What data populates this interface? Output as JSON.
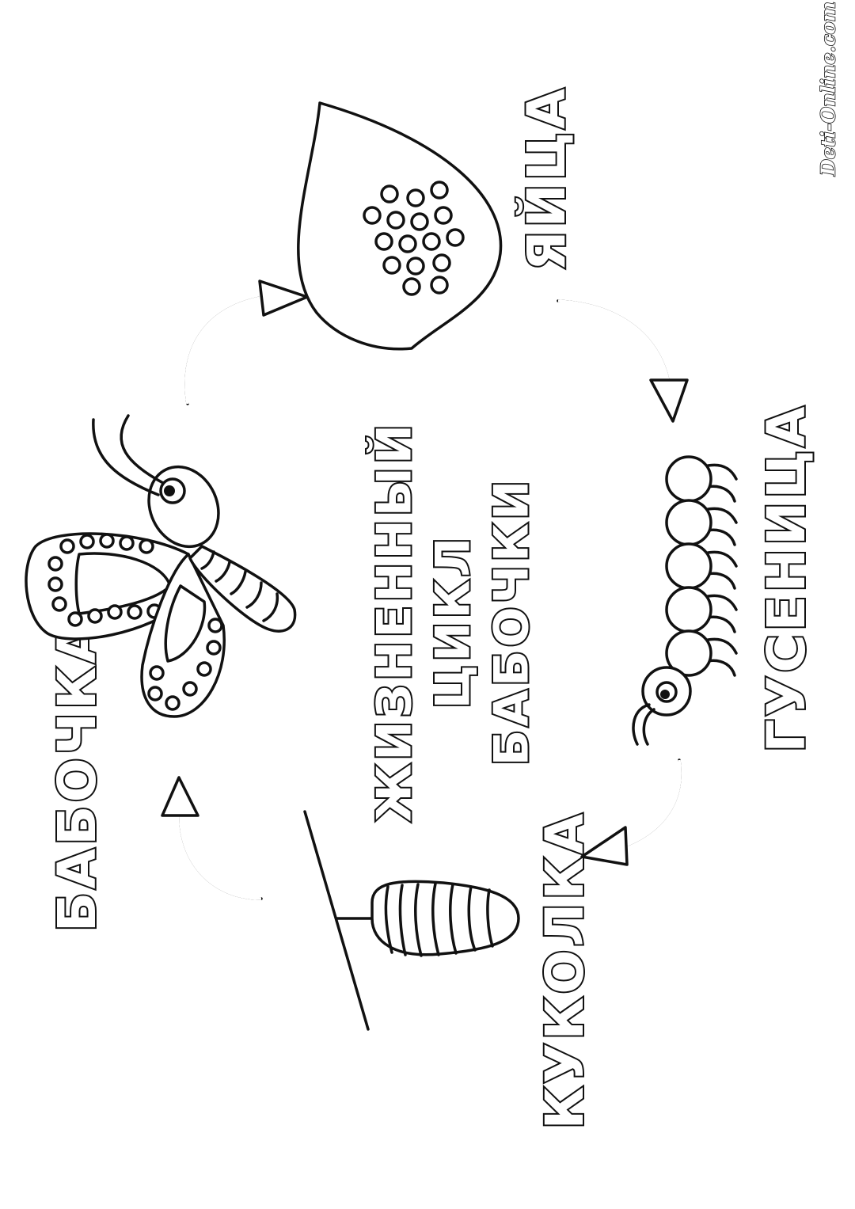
{
  "diagram": {
    "title_lines": [
      "ЖИЗНЕННЫЙ",
      "ЦИКЛ",
      "БАБОЧКИ"
    ],
    "stages": {
      "eggs": "ЯЙЦА",
      "caterpillar": "ГУСЕНИЦА",
      "pupa": "КУКОЛКА",
      "butterfly": "БАБОЧКА"
    },
    "watermark": "Deti-Online.com"
  },
  "icons": [
    "leaf-with-eggs-icon",
    "caterpillar-icon",
    "chrysalis-icon",
    "butterfly-icon",
    "arrow-icon"
  ],
  "colors": {
    "ink": "#111111",
    "background": "#ffffff"
  }
}
